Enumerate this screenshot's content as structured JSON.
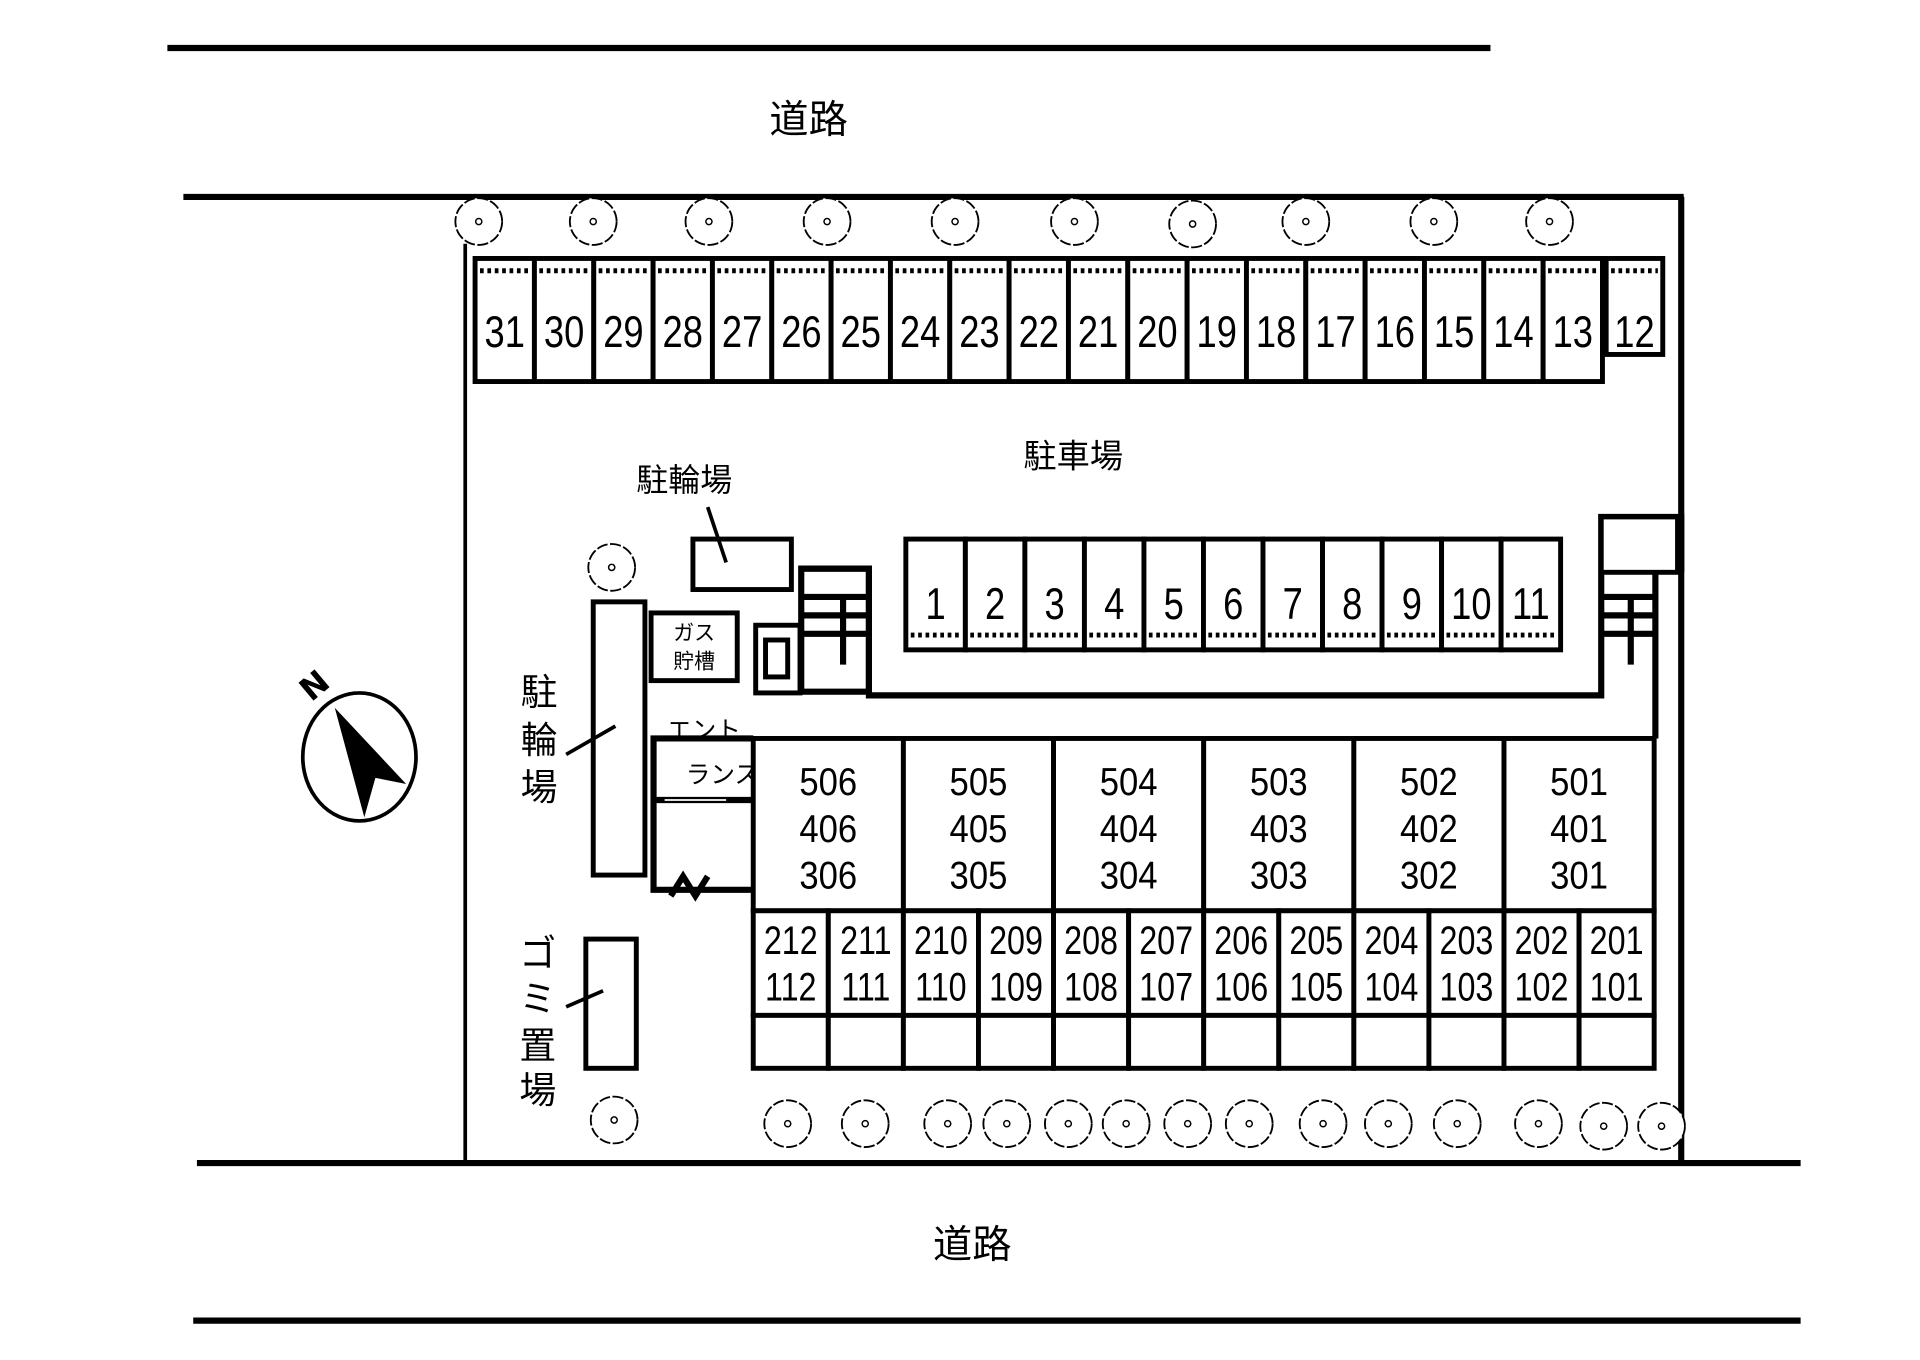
{
  "labels": {
    "road_top": "道路",
    "road_bottom": "道路",
    "parking": "駐車場",
    "bicycle_parking_top": "駐輪場",
    "bicycle_parking_side": [
      "駐",
      "輪",
      "場"
    ],
    "gas_tank": [
      "ガス",
      "貯槽"
    ],
    "entrance": [
      "エント",
      "ランス"
    ],
    "garbage": [
      "ゴ",
      "ミ",
      "置",
      "場"
    ],
    "compass_north": "N"
  },
  "parking_top_row": [
    "31",
    "30",
    "29",
    "28",
    "27",
    "26",
    "25",
    "24",
    "23",
    "22",
    "21",
    "20",
    "19",
    "18",
    "17",
    "16",
    "15",
    "14",
    "13",
    "12"
  ],
  "parking_inner_row": [
    "1",
    "2",
    "3",
    "4",
    "5",
    "6",
    "7",
    "8",
    "9",
    "10",
    "11"
  ],
  "upper_units": [
    [
      "506",
      "406",
      "306"
    ],
    [
      "505",
      "405",
      "305"
    ],
    [
      "504",
      "404",
      "304"
    ],
    [
      "503",
      "403",
      "303"
    ],
    [
      "502",
      "402",
      "302"
    ],
    [
      "501",
      "401",
      "301"
    ]
  ],
  "lower_units": [
    [
      "212",
      "112"
    ],
    [
      "211",
      "111"
    ],
    [
      "210",
      "110"
    ],
    [
      "209",
      "109"
    ],
    [
      "208",
      "108"
    ],
    [
      "207",
      "107"
    ],
    [
      "206",
      "106"
    ],
    [
      "205",
      "105"
    ],
    [
      "204",
      "104"
    ],
    [
      "203",
      "103"
    ],
    [
      "202",
      "102"
    ],
    [
      "201",
      "101"
    ]
  ]
}
